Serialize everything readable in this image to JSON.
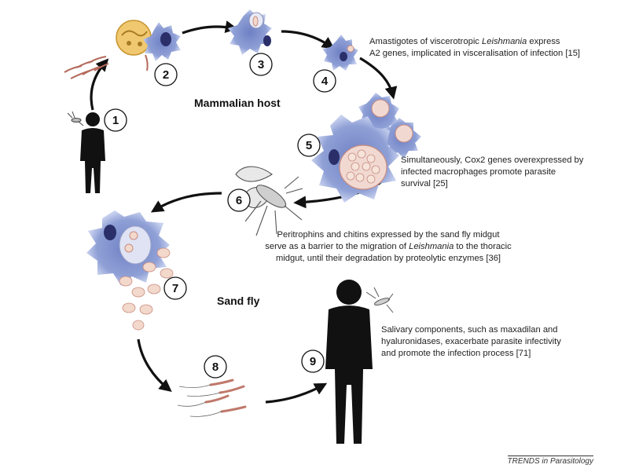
{
  "steps": [
    "1",
    "2",
    "3",
    "4",
    "5",
    "6",
    "7",
    "8",
    "9"
  ],
  "labels": {
    "mammalian_host": "Mammalian host",
    "sand_fly": "Sand fly"
  },
  "notes": {
    "step4": {
      "line1_pre": "Amastigotes of viscerotropic ",
      "line1_em": "Leishmania",
      "line1_post": " express",
      "line2": "A2 genes, implicated in visceralisation of infection [15]"
    },
    "step5": {
      "line1": "Simultaneously, Cox2 genes overexpressed by",
      "line2": "infected macrophages promote parasite",
      "line3": "survival [25]"
    },
    "step6": {
      "line1": "Peritrophins and chitins expressed by the sand fly midgut",
      "line2_pre": "serve as a barrier to the migration of ",
      "line2_em": "Leishmania",
      "line2_post": " to the thoracic",
      "line3": "midgut, until their degradation by proteolytic enzymes [36]"
    },
    "step9": {
      "line1": "Salivary components, such as maxadilan and",
      "line2": "hyaluronidases, exacerbate parasite infectivity",
      "line3": "and promote the infection process [71]"
    }
  },
  "footer": "TRENDS in Parasitology",
  "colors": {
    "cell": "#8a9bd2",
    "cell_dark": "#4a5aa0",
    "nucleus": "#2a2f6a",
    "parasite": "#f3d8cc",
    "parasite_edge": "#c98d80",
    "silhouette": "#111111"
  }
}
